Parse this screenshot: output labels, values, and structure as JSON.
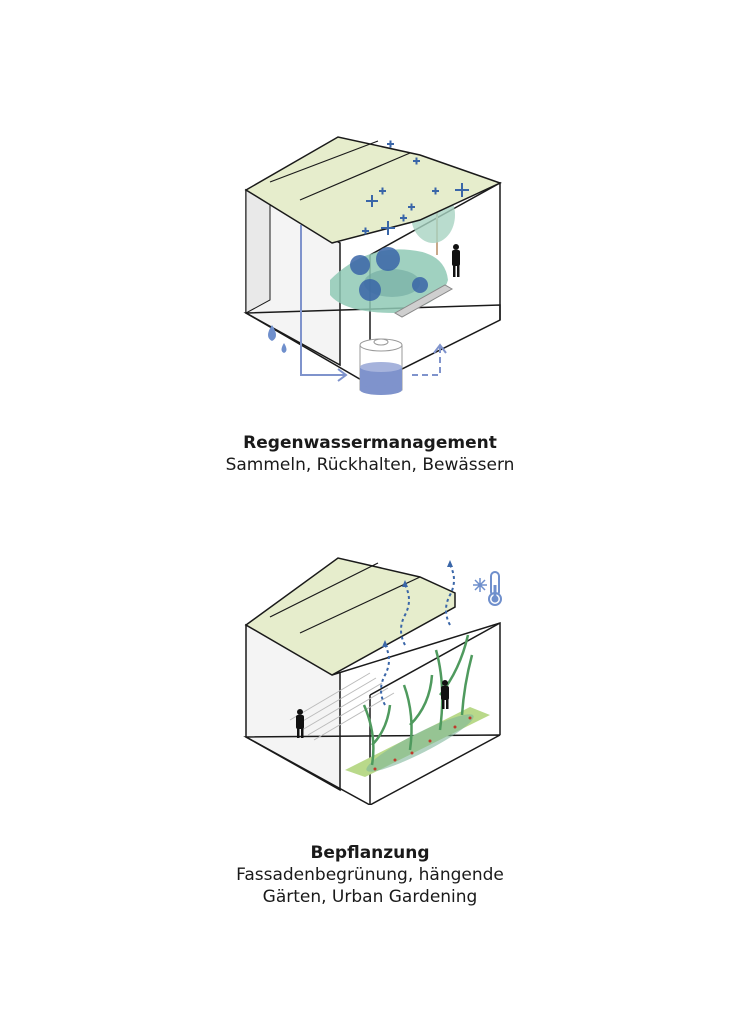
{
  "sections": [
    {
      "title": "Regenwassermanagement",
      "subtitle_lines": [
        "Sammeln, Rückhalten, Bewässern"
      ],
      "icons": [
        "rain-drops-icon",
        "water-tank-icon",
        "plus-signs-icon",
        "tree-icon",
        "person-icon"
      ]
    },
    {
      "title": "Bepflanzung",
      "subtitle_lines": [
        "Fassadenbegrünung, hängende",
        "Gärten, Urban Gardening"
      ],
      "icons": [
        "cooling-thermometer-icon",
        "snowflake-icon",
        "airflow-arrows-icon",
        "plants-icon",
        "person-icon"
      ]
    }
  ],
  "colors": {
    "roof_green": "#e6edcc",
    "line": "#1a1a1a",
    "wall": "#f2f2f2",
    "water_blue": "#7f93cc",
    "accent_blue": "#3a66a8",
    "pond_teal": "#8fc9b5",
    "plant_green": "#4f9a5e",
    "bed_green": "#b9d98a"
  }
}
